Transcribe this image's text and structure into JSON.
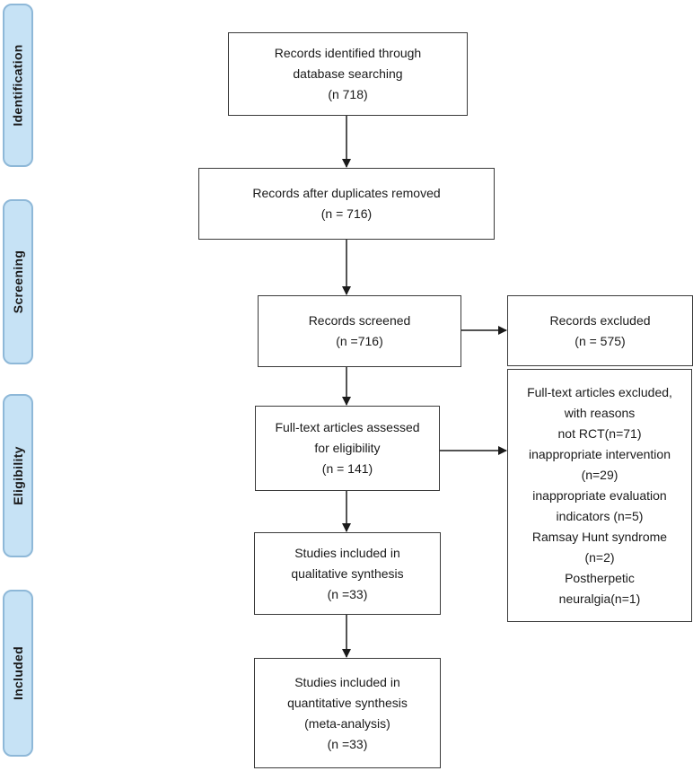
{
  "phases": {
    "identification": "Identification",
    "screening": "Screening",
    "eligibility": "Eligibility",
    "included": "Included"
  },
  "boxes": {
    "identified": {
      "lines": [
        "Records identified through",
        "database searching",
        "(n 718)"
      ]
    },
    "duplicates": {
      "lines": [
        "Records after duplicates removed",
        "(n = 716)"
      ]
    },
    "screened": {
      "lines": [
        "Records screened",
        "(n =716)"
      ]
    },
    "excluded": {
      "lines": [
        "Records excluded",
        "(n = 575)"
      ]
    },
    "fulltext": {
      "lines": [
        "Full-text articles assessed",
        "for eligibility",
        "(n = 141)"
      ]
    },
    "fulltext_excluded": {
      "lines": [
        "Full-text articles excluded,",
        "with reasons",
        "not RCT(n=71)",
        "inappropriate intervention",
        "(n=29)",
        "inappropriate evaluation",
        "indicators (n=5)",
        "Ramsay Hunt syndrome",
        "(n=2)",
        "Postherpetic",
        "neuralgia(n=1)"
      ]
    },
    "qualitative": {
      "lines": [
        "Studies included in",
        "qualitative synthesis",
        "(n =33)"
      ]
    },
    "quantitative": {
      "lines": [
        "Studies included in",
        "quantitative synthesis",
        "(meta-analysis)",
        "(n =33)"
      ]
    }
  },
  "colors": {
    "phase_fill": "#c6e2f5",
    "phase_border": "#8eb8d8",
    "box_border": "#3a3a3a",
    "arrow": "#1a1a1a"
  }
}
